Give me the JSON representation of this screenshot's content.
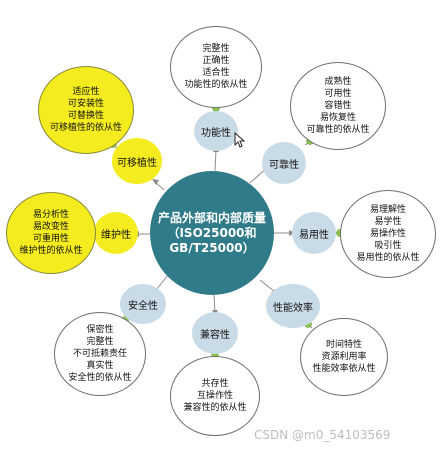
{
  "center": {
    "line1": "产品外部和内部质量",
    "line2": "（ISO25000和",
    "line3": "GB/T25000）"
  },
  "nodes": {
    "functional": {
      "label": "功能性",
      "items": [
        "完整性",
        "正确性",
        "适合性",
        "功能性的依从性"
      ]
    },
    "reliability": {
      "label": "可靠性",
      "items": [
        "成熟性",
        "可用性",
        "容错性",
        "易恢复性",
        "可靠性的依从性"
      ]
    },
    "usability": {
      "label": "易用性",
      "items": [
        "易理解性",
        "易学性",
        "易操作性",
        "吸引性",
        "易用性的依从性"
      ]
    },
    "efficiency": {
      "label": "性能效率",
      "items": [
        "时间特性",
        "资源利用率",
        "性能效率依从性"
      ]
    },
    "compatibility": {
      "label": "兼容性",
      "items": [
        "共存性",
        "互操作性",
        "兼容性的依从性"
      ]
    },
    "security": {
      "label": "安全性",
      "items": [
        "保密性",
        "完整性",
        "不可抵赖责任",
        "真实性",
        "安全性的依从性"
      ]
    },
    "maintainability": {
      "label": "维护性",
      "items": [
        "易分析性",
        "易改变性",
        "可重用性",
        "维护性的依从性"
      ]
    },
    "portability": {
      "label": "可移植性",
      "items": [
        "适应性",
        "可安装性",
        "可替换性",
        "可移植性的依从性"
      ]
    }
  },
  "colors": {
    "center": "#2f7b89",
    "hub_blue": "#c9dbe7",
    "hub_yellow": "#f4ec1f",
    "leaf_yellow": "#f4ec1f",
    "connector": "#8c8c8c",
    "dot": "#8bc34a"
  },
  "watermark": "CSDN @m0_54103569"
}
